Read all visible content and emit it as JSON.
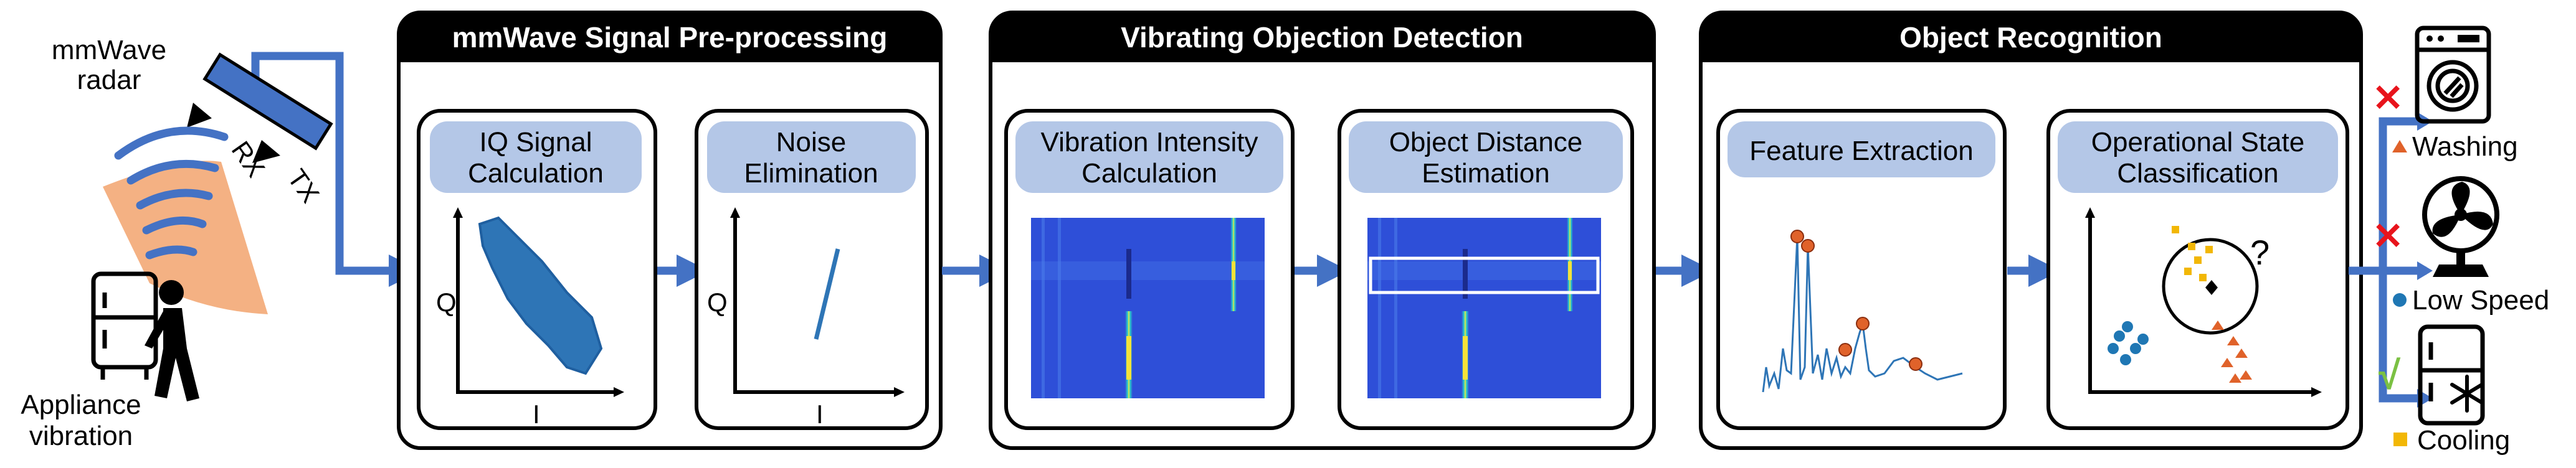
{
  "radar": {
    "label_line1": "mmWave",
    "label_line2": "radar",
    "rx": "RX",
    "tx": "TX"
  },
  "appliance": {
    "label_line1": "Appliance",
    "label_line2": "vibration"
  },
  "stages": {
    "preprocessing": {
      "title": "mmWave Signal Pre-processing",
      "iq": {
        "line1": "IQ Signal",
        "line2": "Calculation",
        "ylabel": "Q",
        "xlabel": "I"
      },
      "noise": {
        "line1": "Noise",
        "line2": "Elimination",
        "ylabel": "Q",
        "xlabel": "I"
      }
    },
    "detection": {
      "title": "Vibrating Objection Detection",
      "intensity": {
        "line1": "Vibration Intensity",
        "line2": "Calculation"
      },
      "distance": {
        "line1": "Object Distance",
        "line2": "Estimation"
      }
    },
    "recognition": {
      "title": "Object Recognition",
      "feature": {
        "line1": "Feature Extraction"
      },
      "classification": {
        "line1": "Operational State",
        "line2": "Classification",
        "question": "?"
      }
    }
  },
  "outputs": {
    "washing": {
      "label": "Washing",
      "mark": "✕"
    },
    "lowspeed": {
      "label": "Low Speed",
      "mark": "✕"
    },
    "cooling": {
      "label": "Cooling",
      "mark": "√"
    }
  },
  "colors": {
    "arrow": "#4472C4",
    "label_bg": "#B4C7E7",
    "heat_bg": "#2E4FD8",
    "orange": "#E0622A",
    "blue_marker": "#1F77B4",
    "yellow": "#F2B705",
    "cone": "#F4B183",
    "cross": "#E8141C",
    "check": "#7BC143"
  }
}
